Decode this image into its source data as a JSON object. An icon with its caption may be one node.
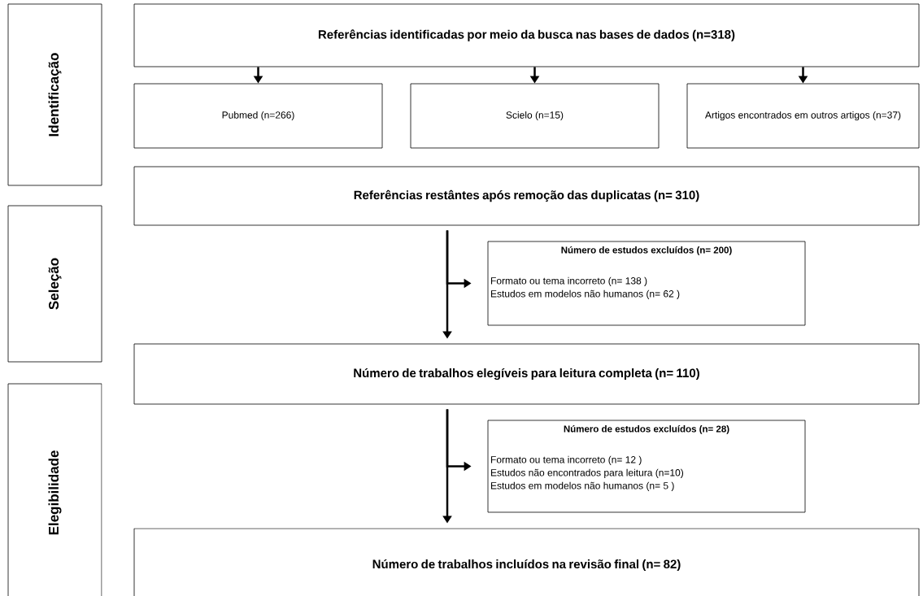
{
  "diagram": {
    "nodes": [
      {
        "text": [
          "Identificação"
        ]
      },
      {
        "text": [
          "Seleção"
        ]
      },
      {
        "text": [
          "Elegibilidade"
        ]
      },
      {
        "text": [
          "Referências identificadas por meio da busca nas bases de dados (n=318)"
        ]
      },
      {
        "text": [
          "Pubmed (n=266)"
        ]
      },
      {
        "text": [
          "Scielo (n=15)"
        ]
      },
      {
        "text": [
          "Artigos encontrados em outros artigos (n=37)"
        ]
      },
      {
        "text": [
          "Referências restântes após remoção das duplicatas  (n= 310)"
        ]
      },
      {
        "text": [
          "Número de estudos excluídos (n= 200)",
          "Formato ou tema incorreto (n= 138 )",
          "Estudos em modelos não humanos (n= 62 )"
        ]
      },
      {
        "text": [
          "Número de trabalhos elegíveis para leitura completa (n= 110)"
        ]
      },
      {
        "text": [
          "Número de estudos excluídos (n= 28)",
          "Formato ou tema incorreto (n= 12 )",
          "Estudos não encontrados para leitura (n=10)",
          "Estudos em modelos não humanos  (n= 5 )"
        ]
      },
      {
        "text": [
          "Número de trabalhos incluídos na revisão final (n= 82)"
        ]
      }
    ],
    "edges": [
      {
        "from": 3,
        "to": 4,
        "arrow": "to"
      },
      {
        "from": 3,
        "to": 5,
        "arrow": "to"
      },
      {
        "from": 3,
        "to": 6,
        "arrow": "to"
      },
      {
        "from": 7,
        "to": 9,
        "arrow": "to"
      },
      {
        "from": 7,
        "to": 8,
        "arrow": "to"
      },
      {
        "from": 9,
        "to": 11,
        "arrow": "to"
      },
      {
        "from": 9,
        "to": 10,
        "arrow": "to"
      }
    ]
  }
}
